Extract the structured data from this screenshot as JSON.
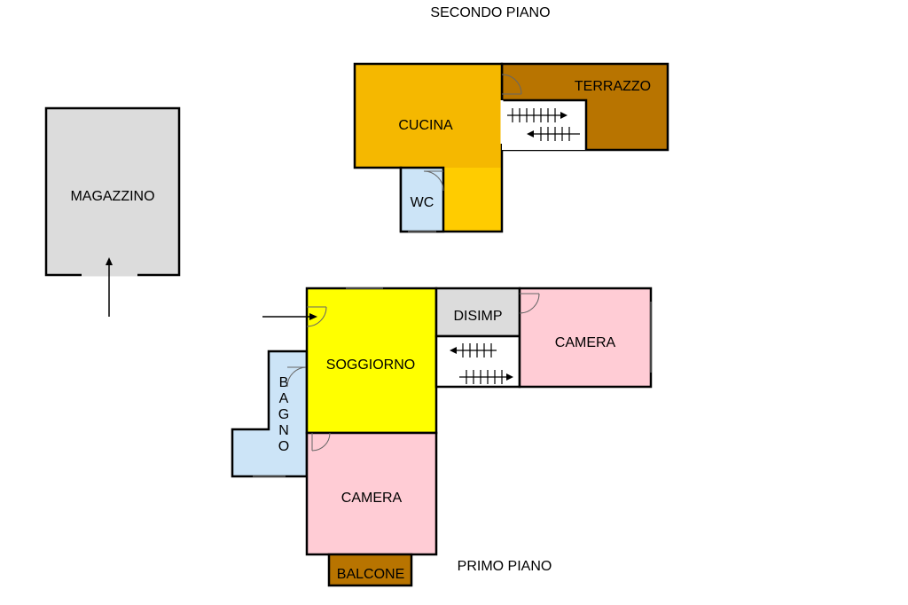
{
  "floors": {
    "upper": {
      "label": "SECONDO PIANO"
    },
    "lower": {
      "label": "PRIMO PIANO"
    }
  },
  "rooms": {
    "magazzino": {
      "label": "MAGAZZINO",
      "color": "#dcdcdc"
    },
    "cucina": {
      "label": "CUCINA",
      "color_main": "#f5b800",
      "color_side": "#ffcc00"
    },
    "terrazzo": {
      "label": "TERRAZZO",
      "color": "#b87400"
    },
    "wc": {
      "label": "WC",
      "color": "#cce4f7"
    },
    "disimp": {
      "label": "DISIMP",
      "color": "#dcdcdc"
    },
    "camera_right": {
      "label": "CAMERA",
      "color": "#ffccd5"
    },
    "soggiorno": {
      "label": "SOGGIORNO",
      "color": "#ffff00"
    },
    "bagno": {
      "label": "BAGNO",
      "letters": [
        "B",
        "A",
        "G",
        "N",
        "O"
      ],
      "color": "#cce4f7"
    },
    "camera_bottom": {
      "label": "CAMERA",
      "color": "#ffccd5"
    },
    "balcone": {
      "label": "BALCONE",
      "color": "#b87400"
    }
  }
}
